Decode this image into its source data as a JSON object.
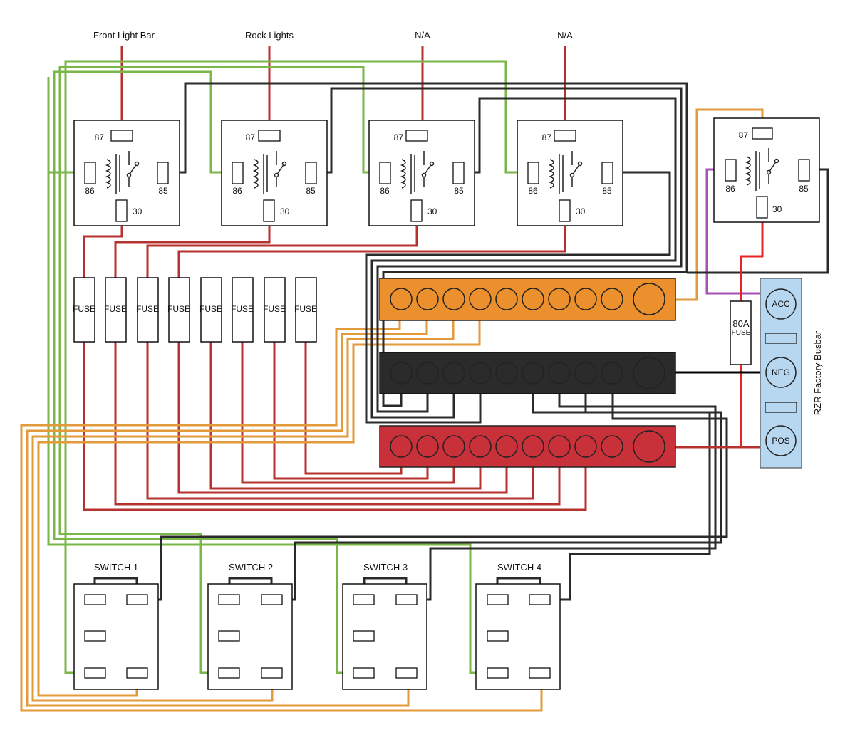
{
  "top_labels": [
    "Front Light Bar",
    "Rock Lights",
    "N/A",
    "N/A"
  ],
  "relay_pins": {
    "p87": "87",
    "p86": "86",
    "p85": "85",
    "p30": "30"
  },
  "fuse_label": "FUSE",
  "fuse_count": 8,
  "switches": [
    "SWITCH 1",
    "SWITCH 2",
    "SWITCH 3",
    "SWITCH 4"
  ],
  "main_fuse": {
    "amps": "80A",
    "label": "FUSE"
  },
  "busbar": {
    "title": "RZR Factory Busbar",
    "acc": "ACC",
    "neg": "NEG",
    "pos": "POS"
  },
  "colors": {
    "red_wire": "#b5322f",
    "green_wire": "#7ab648",
    "orange_wire": "#e29a3b",
    "black_wire": "#2a2a2a",
    "purple_wire": "#a552b4",
    "orange_bar": "#ec8f2d",
    "black_bar": "#2b2b2b",
    "red_bar": "#c8303a",
    "busbar_fill": "#b7d6f0"
  }
}
